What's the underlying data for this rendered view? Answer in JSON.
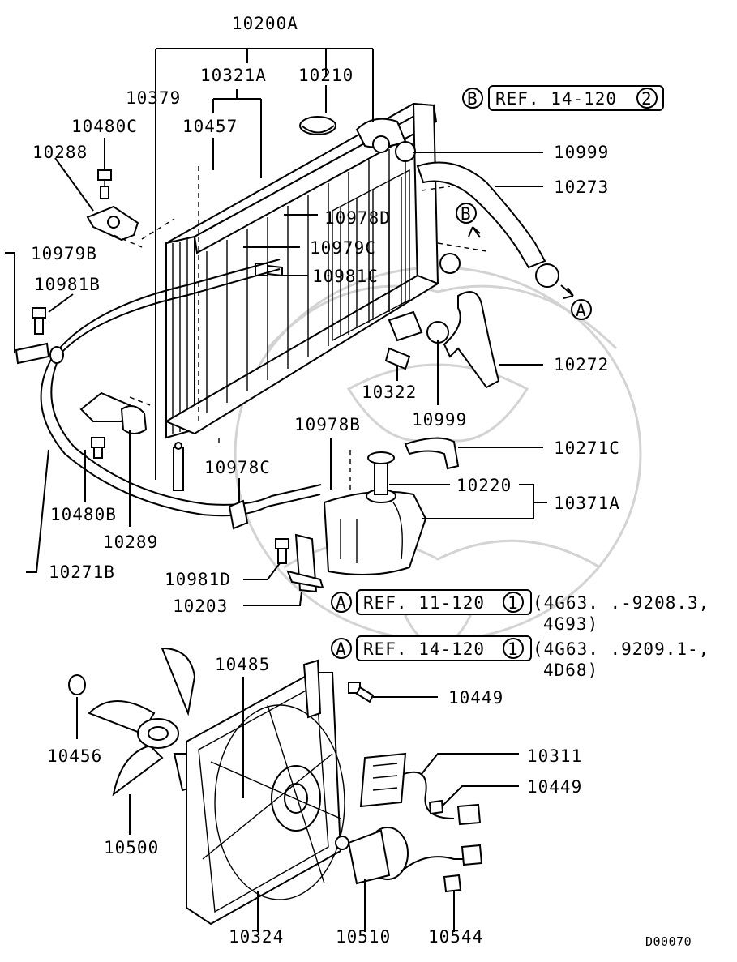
{
  "diagram_id": "D00070",
  "labels": [
    {
      "id": "10200A",
      "text": "10200A"
    },
    {
      "id": "10379",
      "text": "10379"
    },
    {
      "id": "10321A",
      "text": "10321A"
    },
    {
      "id": "10210",
      "text": "10210"
    },
    {
      "id": "10480C",
      "text": "10480C"
    },
    {
      "id": "10457",
      "text": "10457"
    },
    {
      "id": "10288",
      "text": "10288"
    },
    {
      "id": "10999a",
      "text": "10999"
    },
    {
      "id": "10273",
      "text": "10273"
    },
    {
      "id": "10978D",
      "text": "10978D"
    },
    {
      "id": "10979B",
      "text": "10979B"
    },
    {
      "id": "10979C",
      "text": "10979C"
    },
    {
      "id": "10981B",
      "text": "10981B"
    },
    {
      "id": "10981C",
      "text": "10981C"
    },
    {
      "id": "10272",
      "text": "10272"
    },
    {
      "id": "10322",
      "text": "10322"
    },
    {
      "id": "10999b",
      "text": "10999"
    },
    {
      "id": "10978B",
      "text": "10978B"
    },
    {
      "id": "10271C",
      "text": "10271C"
    },
    {
      "id": "10978C",
      "text": "10978C"
    },
    {
      "id": "10220",
      "text": "10220"
    },
    {
      "id": "10371A",
      "text": "10371A"
    },
    {
      "id": "10480B",
      "text": "10480B"
    },
    {
      "id": "10289",
      "text": "10289"
    },
    {
      "id": "10271B",
      "text": "10271B"
    },
    {
      "id": "10981D",
      "text": "10981D"
    },
    {
      "id": "10203",
      "text": "10203"
    },
    {
      "id": "10485",
      "text": "10485"
    },
    {
      "id": "10449a",
      "text": "10449"
    },
    {
      "id": "10456",
      "text": "10456"
    },
    {
      "id": "10311",
      "text": "10311"
    },
    {
      "id": "10449b",
      "text": "10449"
    },
    {
      "id": "10500",
      "text": "10500"
    },
    {
      "id": "10324",
      "text": "10324"
    },
    {
      "id": "10510",
      "text": "10510"
    },
    {
      "id": "10544",
      "text": "10544"
    }
  ],
  "refs": {
    "ref_b": {
      "letter": "B",
      "text": "REF. 14-120",
      "circled": "2"
    },
    "ref_a1": {
      "letter": "A",
      "text": "REF. 11-120",
      "circled": "1",
      "note_line1": "(4G63. .-9208.3,",
      "note_line2": "4G93)"
    },
    "ref_a2": {
      "letter": "A",
      "text": "REF. 14-120",
      "circled": "1",
      "note_line1": "(4G63. .9209.1-,",
      "note_line2": "4D68)"
    }
  },
  "markers": {
    "b_marker": "B",
    "a_marker": "A"
  }
}
